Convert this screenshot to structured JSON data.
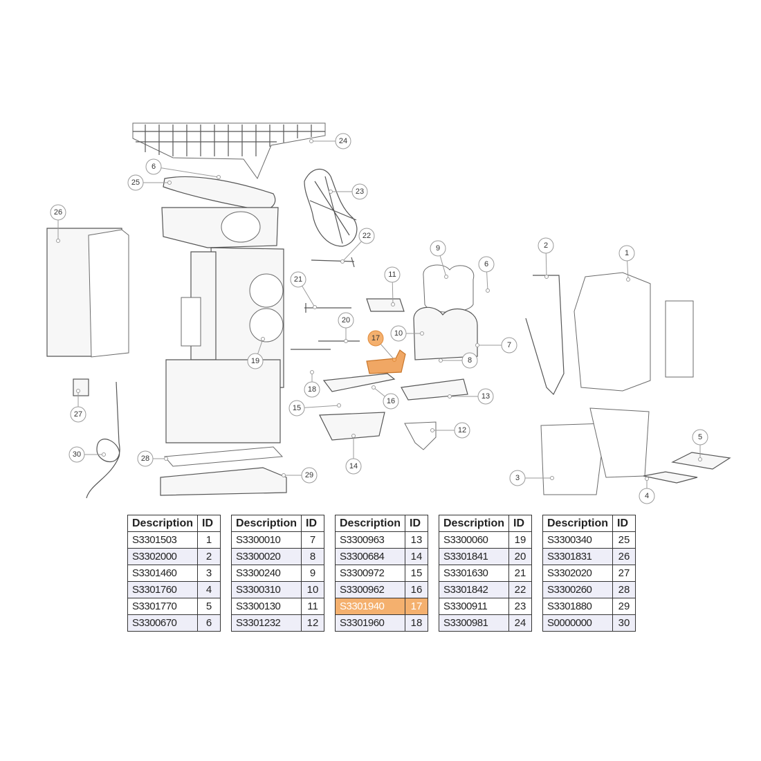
{
  "callouts": [
    "24",
    "6",
    "25",
    "23",
    "26",
    "22",
    "9",
    "6",
    "2",
    "1",
    "21",
    "11",
    "20",
    "10",
    "17",
    "7",
    "19",
    "8",
    "18",
    "16",
    "13",
    "15",
    "12",
    "27",
    "30",
    "14",
    "5",
    "28",
    "29",
    "3",
    "4"
  ],
  "selected_id": "17",
  "colors": {
    "accent": "#f4b06e",
    "leader_dot": "#d9741d",
    "row_alt": "#eeeef8"
  },
  "tables": [
    {
      "header_desc": "Description",
      "header_id": "ID",
      "rows": [
        {
          "desc": "S3301503",
          "id": "1"
        },
        {
          "desc": "S3302000",
          "id": "2"
        },
        {
          "desc": "S3301460",
          "id": "3"
        },
        {
          "desc": "S3301760",
          "id": "4"
        },
        {
          "desc": "S3301770",
          "id": "5"
        },
        {
          "desc": "S3300670",
          "id": "6"
        }
      ]
    },
    {
      "header_desc": "Description",
      "header_id": "ID",
      "rows": [
        {
          "desc": "S3300010",
          "id": "7"
        },
        {
          "desc": "S3300020",
          "id": "8"
        },
        {
          "desc": "S3300240",
          "id": "9"
        },
        {
          "desc": "S3300310",
          "id": "10"
        },
        {
          "desc": "S3300130",
          "id": "11"
        },
        {
          "desc": "S3301232",
          "id": "12"
        }
      ]
    },
    {
      "header_desc": "Description",
      "header_id": "ID",
      "rows": [
        {
          "desc": "S3300963",
          "id": "13"
        },
        {
          "desc": "S3300684",
          "id": "14"
        },
        {
          "desc": "S3300972",
          "id": "15"
        },
        {
          "desc": "S3300962",
          "id": "16"
        },
        {
          "desc": "S3301940",
          "id": "17"
        },
        {
          "desc": "S3301960",
          "id": "18"
        }
      ]
    },
    {
      "header_desc": "Description",
      "header_id": "ID",
      "rows": [
        {
          "desc": "S3300060",
          "id": "19"
        },
        {
          "desc": "S3301841",
          "id": "20"
        },
        {
          "desc": "S3301630",
          "id": "21"
        },
        {
          "desc": "S3301842",
          "id": "22"
        },
        {
          "desc": "S3300911",
          "id": "23"
        },
        {
          "desc": "S3300981",
          "id": "24"
        }
      ]
    },
    {
      "header_desc": "Description",
      "header_id": "ID",
      "rows": [
        {
          "desc": "S3300340",
          "id": "25"
        },
        {
          "desc": "S3301831",
          "id": "26"
        },
        {
          "desc": "S3302020",
          "id": "27"
        },
        {
          "desc": "S3300260",
          "id": "28"
        },
        {
          "desc": "S3301880",
          "id": "29"
        },
        {
          "desc": "S0000000",
          "id": "30"
        }
      ]
    }
  ]
}
